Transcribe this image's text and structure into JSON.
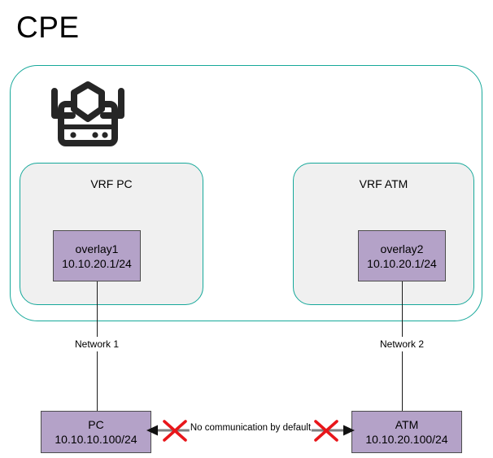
{
  "title": "CPE",
  "colors": {
    "container_border": "#16a89a",
    "vrf_fill": "#f0f0f0",
    "node_fill": "#b4a2c8",
    "node_border": "#4d4d4d",
    "link_line": "#1a1a1a",
    "arrow_line": "#7f7f7f",
    "block_mark": "#e8161a",
    "icon": "#262626",
    "text": "#000000"
  },
  "cpe": {
    "icon_name": "firewall-appliance-icon",
    "vrfs": [
      {
        "label": "VRF PC",
        "interface": {
          "name": "overlay1",
          "address": "10.10.20.1/24"
        }
      },
      {
        "label": "VRF ATM",
        "interface": {
          "name": "overlay2",
          "address": "10.10.20.1/24"
        }
      }
    ]
  },
  "networks": [
    {
      "label": "Network 1"
    },
    {
      "label": "Network 2"
    }
  ],
  "endpoints": [
    {
      "name": "PC",
      "address": "10.10.10.100/24"
    },
    {
      "name": "ATM",
      "address": "10.10.20.100/24"
    }
  ],
  "isolation": {
    "label": "No communication by default",
    "mark": "cross",
    "arrow": "bidirectional"
  }
}
